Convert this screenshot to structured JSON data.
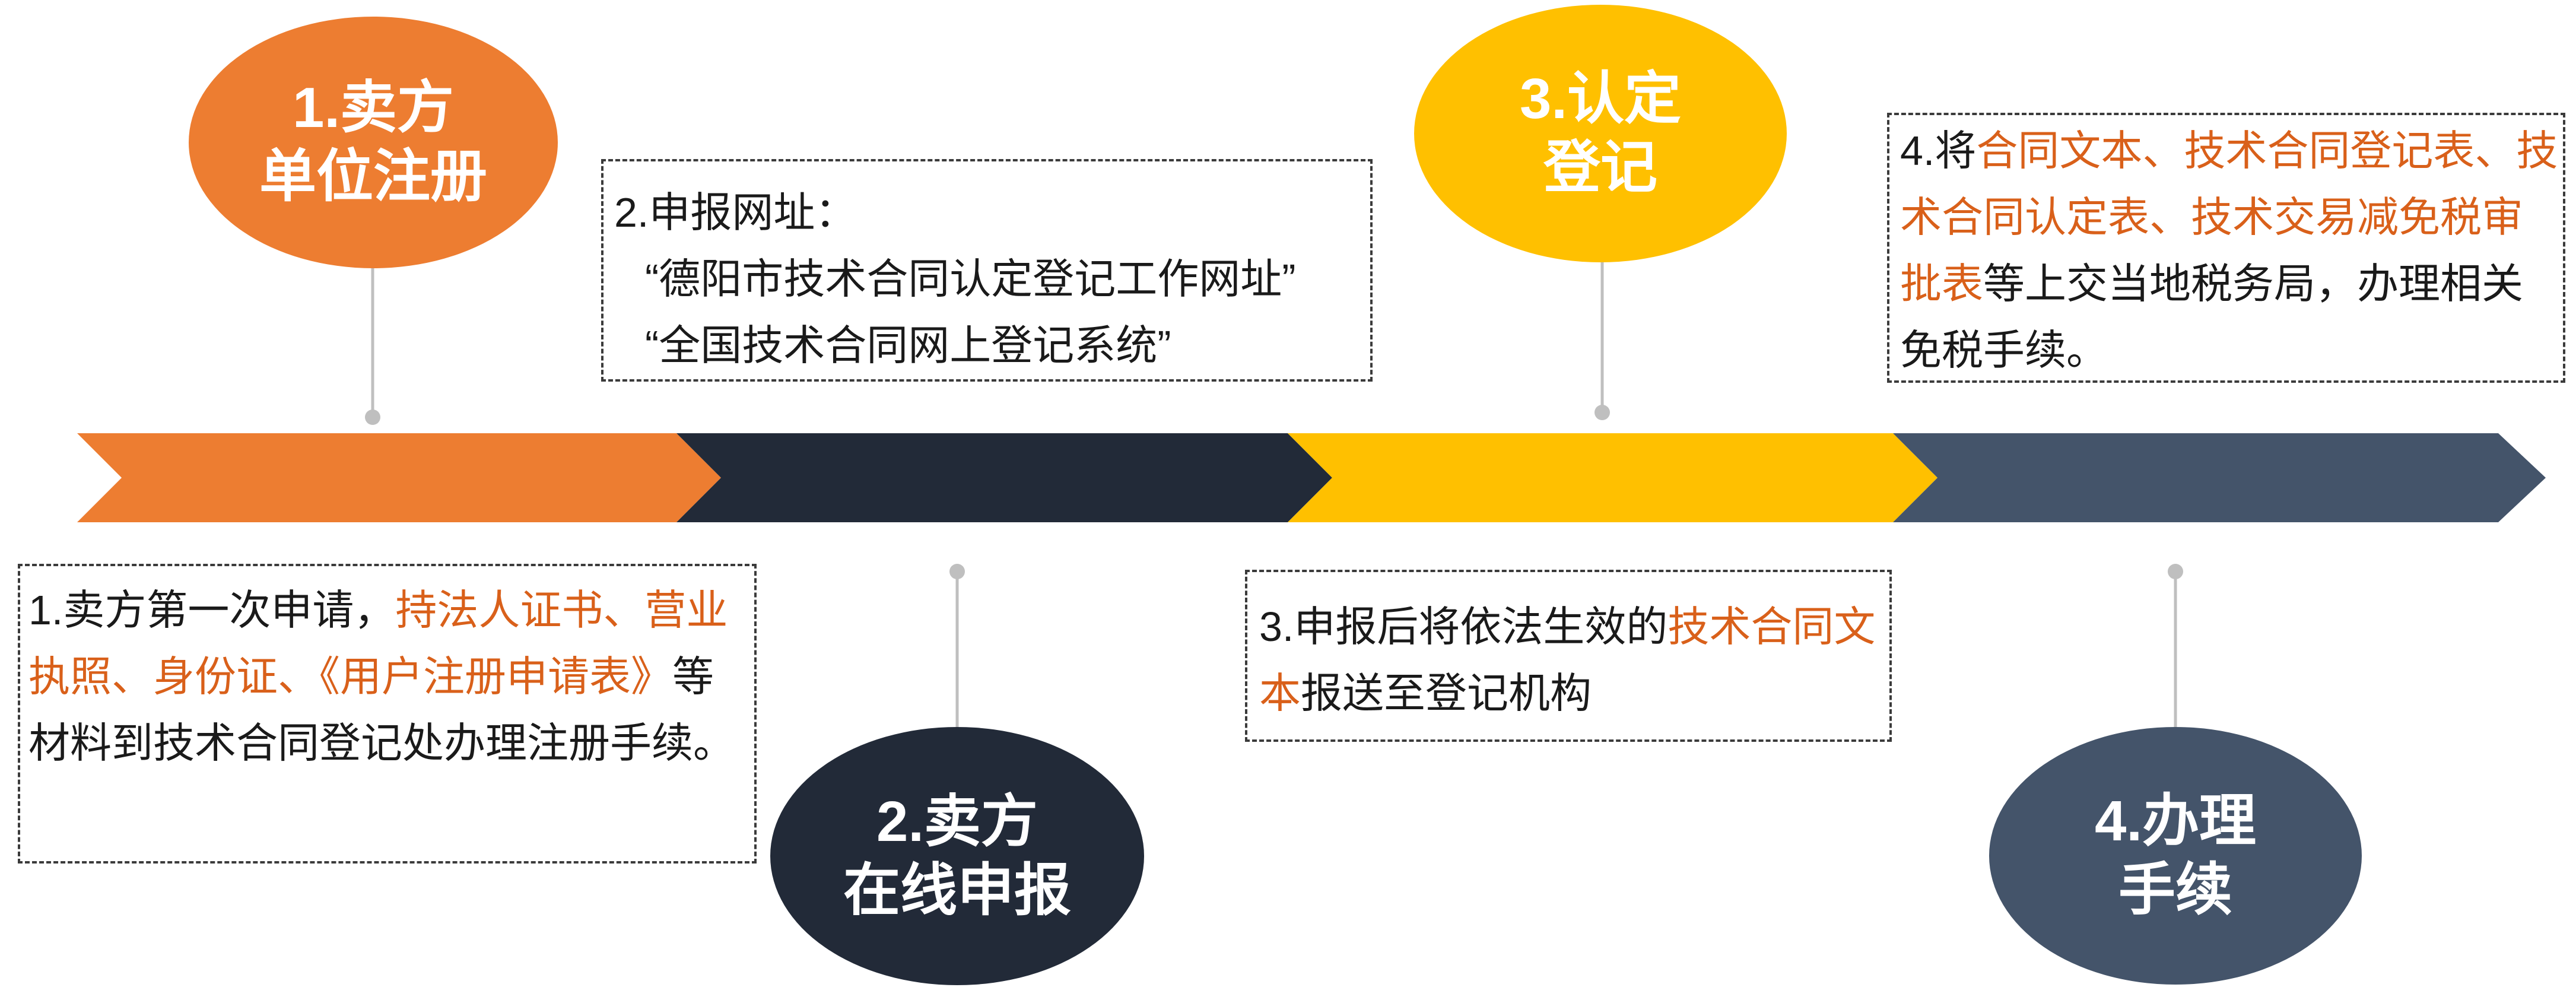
{
  "colors": {
    "orange": "#ed7d31",
    "dark_navy": "#222a38",
    "gold": "#ffc000",
    "slate_blue": "#44546a",
    "highlight": "#d9601a",
    "connector": "#bfbfbf"
  },
  "steps": [
    {
      "label": "1.卖方\n单位注册"
    },
    {
      "label": "2.卖方\n在线申报"
    },
    {
      "label": "3.认定\n登记"
    },
    {
      "label": "4.办理\n手续"
    }
  ],
  "box1": {
    "t1": "1.卖方第一次申请，",
    "t2": "持法人证书、营业执照、身份证、《用户注册申请表》",
    "t3": "等材料到技术合同登记处办理注册手续。"
  },
  "box2": {
    "line1": "2.申报网址：",
    "line2": "“德阳市技术合同认定登记工作网址”",
    "line3": "“全国技术合同网上登记系统”"
  },
  "box3": {
    "t1": "3.申报后将依法生效的",
    "t2": "技术合同文本",
    "t3": "报送至登记机构"
  },
  "box4": {
    "t1": "4.将",
    "t2": "合同文本、技术合同登记表、技术合同认定表、技术交易减免税审批表",
    "t3": "等上交当地税务局，办理相关免税手续。"
  }
}
